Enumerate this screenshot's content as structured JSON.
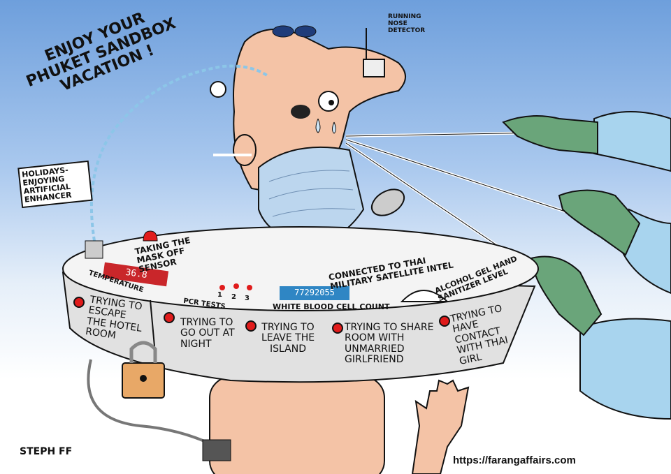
{
  "title": "Enjoy your Phuket Sandbox vacation !",
  "labels": {
    "running_nose_detector": "Running nose detector",
    "holidays_enhancer": "Holidays-enjoying artificial enhancer",
    "mask_off_sensor": "Taking the mask off sensor",
    "satellite": "Connected to Thai military satellite intel",
    "alcohol_gel": "Alcohol gel hand sanitizer level",
    "temperature": "Temperature",
    "temperature_value": "36.8",
    "pcr_tests": "PCR tests",
    "pcr_numbers": [
      "1",
      "2",
      "3"
    ],
    "wbc_label": "White blood cell count",
    "wbc_value": "77292055"
  },
  "alarms": [
    "Trying to escape the hotel room",
    "Trying to go out at night",
    "Trying to leave the island",
    "Trying to share room with unmarried girlfriend",
    "Trying to have contact with Thai girl"
  ],
  "signature": "Steph ff",
  "website": "https://farangaffairs.com",
  "colors": {
    "skin": "#f4c3a6",
    "glove": "#6aa57a",
    "sleeve": "#a8d4ee",
    "machine": "#e9e9e9",
    "alarm": "#e01b1b",
    "lcd_red": "#c9262a",
    "lcd_blue": "#2f86c4"
  }
}
